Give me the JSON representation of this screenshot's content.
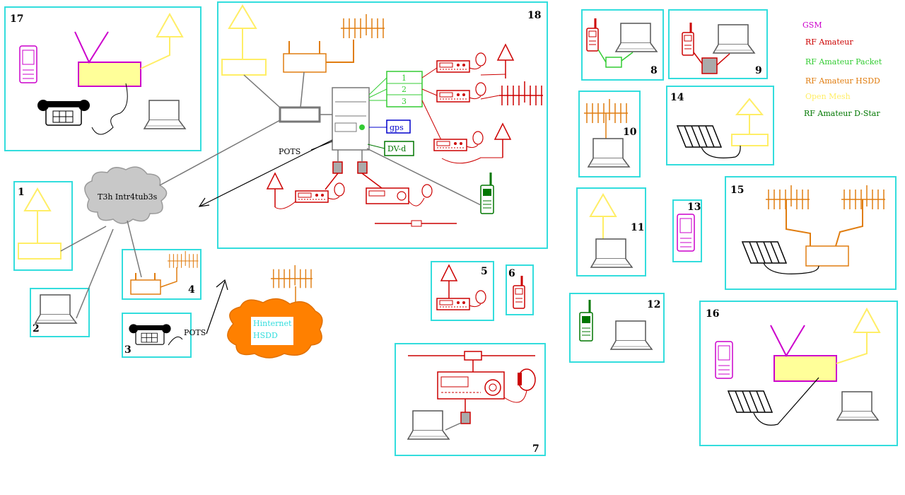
{
  "legend": [
    {
      "label": "GSM",
      "color": "#cc00cc"
    },
    {
      "label": "RF Amateur",
      "color": "#cc0000"
    },
    {
      "label": "RF Amateur Packet",
      "color": "#33cc33"
    },
    {
      "label": "RF Amateur HSDD",
      "color": "#e07d10"
    },
    {
      "label": "Open Mesh",
      "color": "#ffee66"
    },
    {
      "label": "RF Amateur D-Star",
      "color": "#007700"
    }
  ],
  "boxes": [
    "1",
    "2",
    "3",
    "4",
    "5",
    "6",
    "7",
    "8",
    "9",
    "10",
    "11",
    "12",
    "13",
    "14",
    "15",
    "16",
    "17",
    "18"
  ],
  "labels": {
    "cloud": "T3h Intr4tub3s",
    "pots_main": "POTS",
    "pots_small": "POTS",
    "hinternet_line1": "Hinternet",
    "hinternet_line2": "HSDD",
    "gps": "gps",
    "dvd": "DV-d",
    "port1": "1",
    "port2": "2",
    "port3": "3"
  },
  "colors": {
    "box_border": "#33dddd",
    "gsm": "#cc00cc",
    "rf": "#cc0000",
    "packet": "#33cc33",
    "hsdd": "#e07d10",
    "mesh": "#ffee66",
    "dstar": "#007700",
    "cloud": "#c8c8c8",
    "hinternet_cloud": "#ff8000",
    "hinternet_text": "#33dddd"
  }
}
